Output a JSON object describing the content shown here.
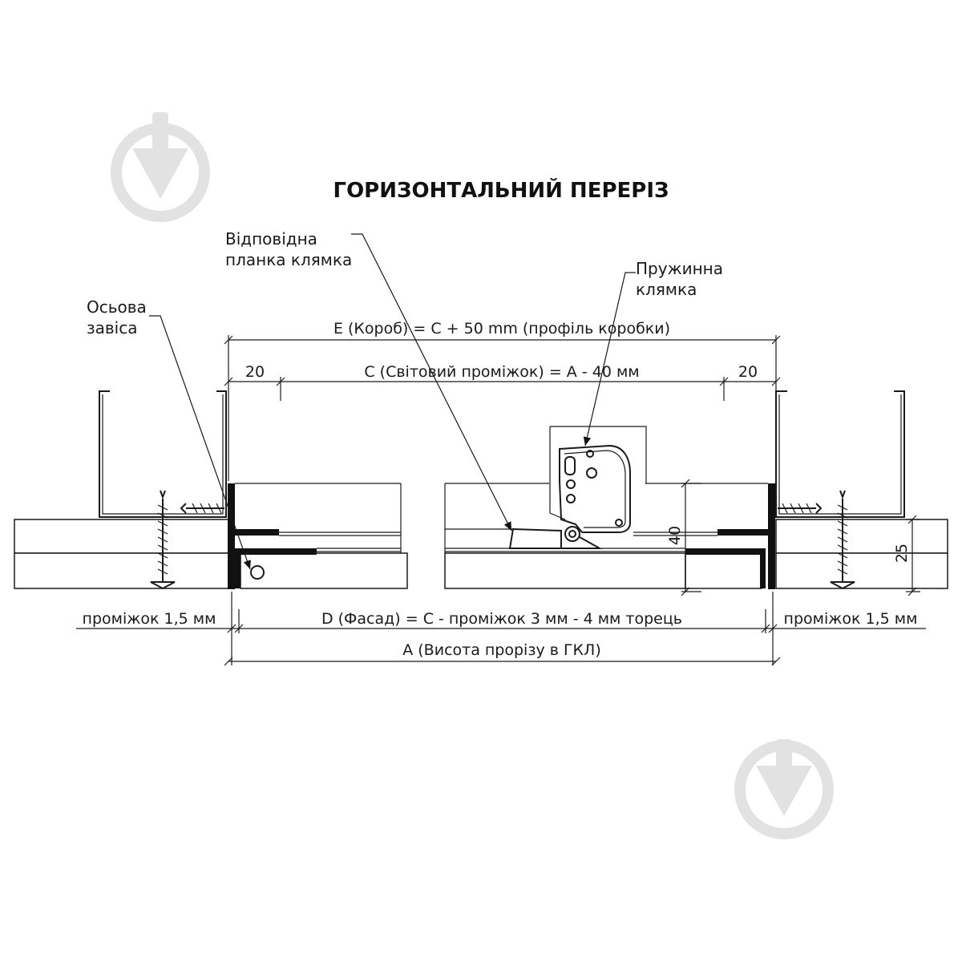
{
  "title": "ГОРИЗОНТАЛЬНИЙ ПЕРЕРІЗ",
  "callouts": {
    "hinge_line1": "Осьова",
    "hinge_line2": "завіса",
    "strike_line1": "Відповідна",
    "strike_line2": "планка клямка",
    "latch_line1": "Пружинна",
    "latch_line2": "клямка"
  },
  "dimensions": {
    "box": "E (Короб) = C + 50 mm (профіль коробки)",
    "left_margin": "20",
    "light_gap": "C (Світовий проміжок) = А - 40 мм",
    "right_margin": "20",
    "depth": "40",
    "board_thickness": "25",
    "gap_left": "проміжок 1,5 мм",
    "facade": "D (Фасад) = С - проміжок 3 мм - 4 мм торець",
    "gap_right": "проміжок 1,5 мм",
    "opening": "А (Висота прорізу в ГКЛ)"
  },
  "watermark_icon": "watermark-logo-icon"
}
